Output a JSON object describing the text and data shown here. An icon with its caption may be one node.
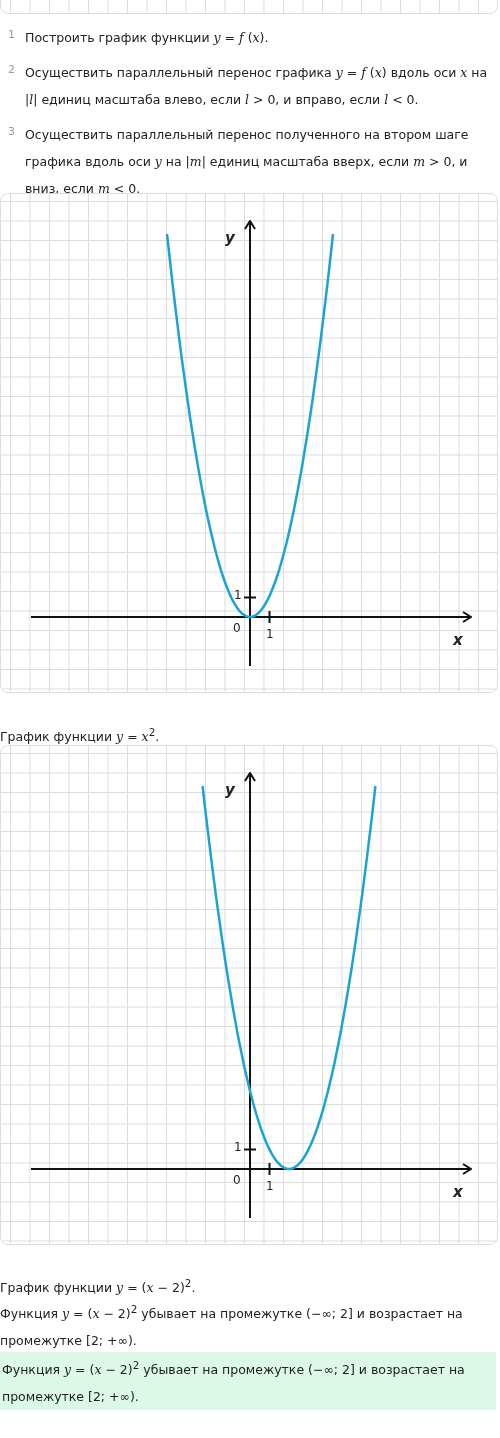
{
  "diagram": {
    "nodes": [
      {
        "text": [],
        "shape": "box"
      }
    ],
    "labels": [
      "1",
      "Построить график функции *y* = *f* (*x*).",
      "2",
      "Осуществить параллельный перенос графика *y* = *f* (*x*) вдоль оси *x* на |*l*| единиц масштаба влево, если *l* > 0, и вправо, если *l* < 0.",
      "3",
      "Осуществить параллельный перенос полученного на втором шаге графика вдоль оси *y* на |*m*| единиц масштаба вверх, если *m* > 0, и вниз, если *m* < 0.",
      "y",
      "1",
      "0",
      "1",
      "x",
      "График функции *y* = *x*$^{2}$.",
      "y",
      "1",
      "0",
      "1",
      "x",
      "График функции *y* = (*x* − 2)$^{2}$.",
      "Функция *y* = (*x* − 2)$^{2}$ убывает на промежутке (−∞; 2] и возрастает на промежутке [2; +∞).",
      "Функция *y* = (*x* − 2)$^{2}$ убывает на промежутке (−∞; 2] и возрастает на промежутке [2; +∞)."
    ]
  }
}
